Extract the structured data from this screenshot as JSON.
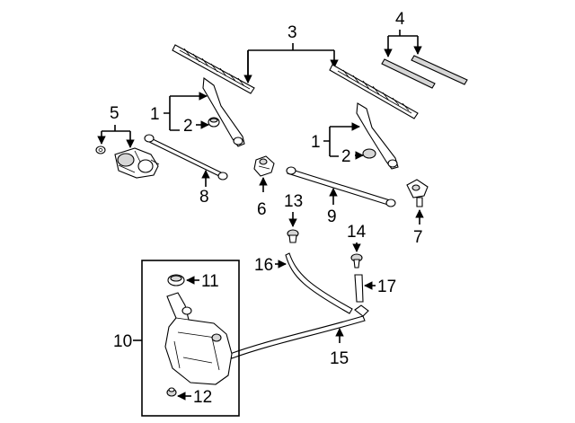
{
  "callouts": {
    "c1a": "1",
    "c1b": "1",
    "c2a": "2",
    "c2b": "2",
    "c3": "3",
    "c4": "4",
    "c5": "5",
    "c6": "6",
    "c7": "7",
    "c8": "8",
    "c9": "9",
    "c10": "10",
    "c11": "11",
    "c12": "12",
    "c13": "13",
    "c14": "14",
    "c15": "15",
    "c16": "16",
    "c17": "17"
  },
  "parts": [
    "wiper-arm-left",
    "wiper-arm-right",
    "arm-cap-left",
    "arm-cap-right",
    "wiper-blade-left",
    "wiper-blade-right",
    "blade-insert-a",
    "blade-insert-b",
    "wiper-motor",
    "motor-nut",
    "pivot-left",
    "pivot-right",
    "linkage-rod-left",
    "linkage-rod-right",
    "washer-reservoir",
    "reservoir-cap",
    "pump-grommet",
    "washer-hose",
    "nozzle-left",
    "nozzle-right",
    "hose-right",
    "hose-left"
  ]
}
